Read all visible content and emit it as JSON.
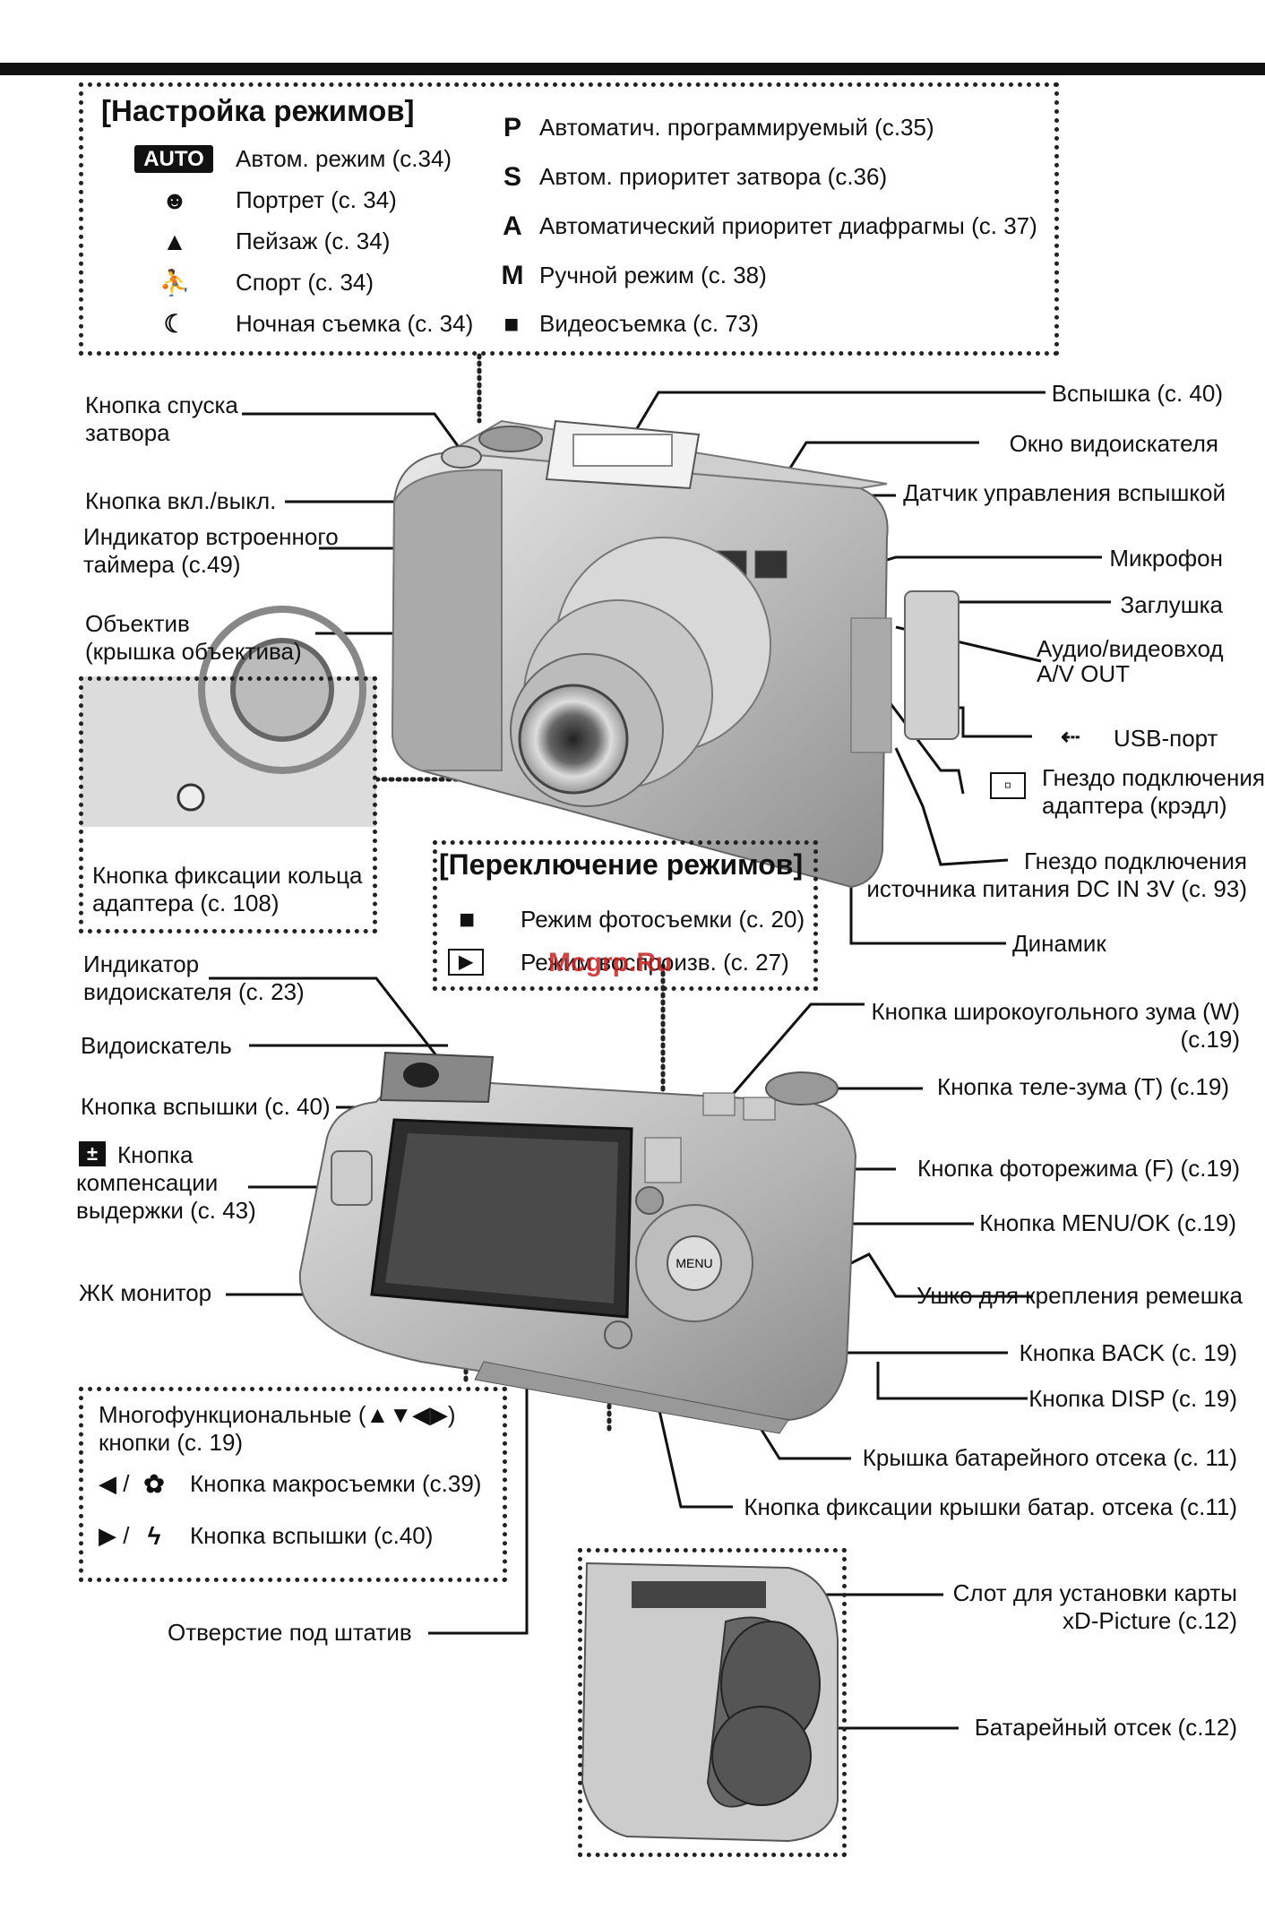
{
  "modes_box": {
    "title": "[Настройка режимов]",
    "left": [
      {
        "icon": "AUTO",
        "label": "Автом. режим (с.34)"
      },
      {
        "icon": "portrait-icon",
        "label": "Портрет (с. 34)"
      },
      {
        "icon": "landscape-icon",
        "label": "Пейзаж (с. 34)"
      },
      {
        "icon": "sport-icon",
        "label": "Спорт (с. 34)"
      },
      {
        "icon": "night-icon",
        "label": "Ночная съемка (с. 34)"
      }
    ],
    "right": [
      {
        "icon": "P",
        "label": "Автоматич. программируемый (с.35)"
      },
      {
        "icon": "S",
        "label": "Автом. приоритет затвора (с.36)"
      },
      {
        "icon": "A",
        "label": "Автоматический приоритет диафрагмы (с. 37)"
      },
      {
        "icon": "M",
        "label": "Ручной режим (с. 38)"
      },
      {
        "icon": "movie-icon",
        "label": "Видеосъемка (с. 73)"
      }
    ]
  },
  "front_labels": {
    "shutter": "Кнопка спуска\nзатвора",
    "power": "Кнопка вкл./выкл.",
    "self_timer": "Индикатор встроенного\nтаймера (с.49)",
    "lens": "Объектив\n(крышка объектива)",
    "ring_lock": "Кнопка фиксации кольца\nадаптера (с. 108)",
    "flash": "Вспышка (с. 40)",
    "viewfinder_window": "Окно видоискателя",
    "flash_sensor": "Датчик управления вспышкой",
    "microphone": "Микрофон",
    "cap": "Заглушка",
    "av_out": "Аудио/видеовход\nA/V OUT",
    "usb": "USB-порт",
    "cradle": "Гнездо подключения\nадаптера (крэдл)",
    "dc_in": "Гнездо подключения\nисточника питания DC IN 3V (с. 93)",
    "speaker": "Динамик"
  },
  "switch_box": {
    "title": "[Переключение режимов]",
    "items": [
      {
        "icon": "camera-icon",
        "label": "Режим фотосъемки (с. 20)"
      },
      {
        "icon": "play-icon",
        "label": "Режим воспроизв. (с. 27)"
      }
    ]
  },
  "back_labels": {
    "vf_indicator": "Индикатор\nвидоискателя (с. 23)",
    "viewfinder": "Видоискатель",
    "flash_button": "Кнопка вспышки (с. 40)",
    "exposure": "Кнопка\nкомпенсации\nвыдержки (с. 43)",
    "lcd": "ЖК монитор",
    "wide_zoom": "Кнопка широкоугольного зума (W)\n(с.19)",
    "tele_zoom": "Кнопка теле-зума (T) (с.19)",
    "photo_mode": "Кнопка фоторежима  (F) (с.19)",
    "menu_ok": "Кнопка MENU/OK (с.19)",
    "strap": "Ушко для крепления ремешка",
    "back": "Кнопка BACK (с. 19)",
    "disp": "Кнопка DISP (с. 19)",
    "battery_cover": "Крышка батарейного отсека (с. 11)",
    "battery_lock": "Кнопка фиксации крышки батар. отсека (с.11)",
    "tripod": "Отверстие под штатив",
    "card_slot": "Слот для установки карты\nxD-Picture (с.12)",
    "battery": "Батарейный отсек (с.12)"
  },
  "multi_box": {
    "title": "Многофункциональные (▲▼◀▶)\nкнопки (с. 19)",
    "items": [
      {
        "prefix": "◀ / ",
        "icon": "macro-icon",
        "label": "Кнопка макросъемки (с.39)"
      },
      {
        "prefix": "▶ / ",
        "icon": "flash-icon",
        "label": "Кнопка вспышки  (с.40)"
      }
    ]
  },
  "watermark": "Mcgrp.Ru"
}
